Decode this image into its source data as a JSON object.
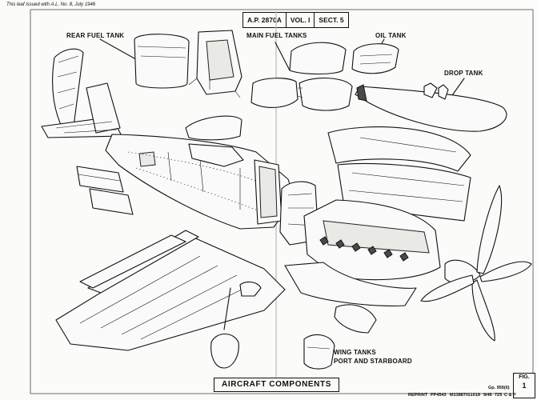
{
  "header": {
    "issue_note": "This leaf issued with A.L. No. 8, July 1946",
    "ref": "A.P. 2870A",
    "volume": "VOL. I",
    "section": "SECT. 5"
  },
  "labels": {
    "rear_fuel_tank": "REAR FUEL TANK",
    "main_fuel_tanks": "MAIN FUEL TANKS",
    "oil_tank": "OIL TANK",
    "drop_tank": "DROP TANK",
    "wing_tanks_line1": "WING TANKS",
    "wing_tanks_line2": "PORT AND STARBOARD"
  },
  "title": "AIRCRAFT COMPONENTS",
  "fig": {
    "word": "FIG.",
    "number": "1"
  },
  "footer": {
    "reprint": "REPRINT",
    "code1": "PP4543",
    "code2": "M13887/G1018",
    "code3": "9/46",
    "code4": "725",
    "code5": "C & P",
    "code6": "Gp. 959(6)"
  }
}
